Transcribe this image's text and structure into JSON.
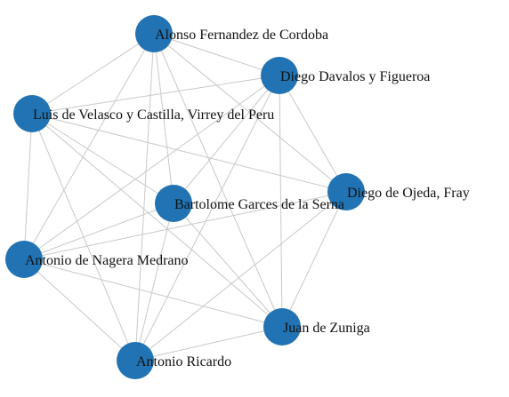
{
  "graph": {
    "node_color": "#2173b3",
    "edge_color": "#c8c8c8",
    "nodes": [
      {
        "id": "alonso",
        "label": "Alonso Fernandez de Cordoba"
      },
      {
        "id": "diego_davalos",
        "label": "Diego Davalos y Figueroa"
      },
      {
        "id": "luis",
        "label": "Luis de Velasco y Castilla, Virrey del Peru"
      },
      {
        "id": "bartolome",
        "label": "Bartolome Garces de la Serna"
      },
      {
        "id": "diego_ojeda",
        "label": "Diego de Ojeda, Fray"
      },
      {
        "id": "antonio_nagera",
        "label": "Antonio de Nagera Medrano"
      },
      {
        "id": "juan",
        "label": "Juan de Zuniga"
      },
      {
        "id": "antonio_ricardo",
        "label": "Antonio Ricardo"
      }
    ],
    "edges": [
      [
        "alonso",
        "diego_davalos"
      ],
      [
        "alonso",
        "luis"
      ],
      [
        "alonso",
        "bartolome"
      ],
      [
        "alonso",
        "diego_ojeda"
      ],
      [
        "alonso",
        "antonio_nagera"
      ],
      [
        "alonso",
        "juan"
      ],
      [
        "alonso",
        "antonio_ricardo"
      ],
      [
        "diego_davalos",
        "luis"
      ],
      [
        "diego_davalos",
        "bartolome"
      ],
      [
        "diego_davalos",
        "diego_ojeda"
      ],
      [
        "diego_davalos",
        "antonio_nagera"
      ],
      [
        "diego_davalos",
        "juan"
      ],
      [
        "diego_davalos",
        "antonio_ricardo"
      ],
      [
        "luis",
        "bartolome"
      ],
      [
        "luis",
        "diego_ojeda"
      ],
      [
        "luis",
        "antonio_nagera"
      ],
      [
        "luis",
        "juan"
      ],
      [
        "luis",
        "antonio_ricardo"
      ],
      [
        "bartolome",
        "antonio_nagera"
      ],
      [
        "bartolome",
        "juan"
      ],
      [
        "bartolome",
        "antonio_ricardo"
      ],
      [
        "diego_ojeda",
        "antonio_nagera"
      ],
      [
        "diego_ojeda",
        "juan"
      ],
      [
        "diego_ojeda",
        "antonio_ricardo"
      ],
      [
        "antonio_nagera",
        "juan"
      ],
      [
        "antonio_nagera",
        "antonio_ricardo"
      ],
      [
        "juan",
        "antonio_ricardo"
      ]
    ]
  }
}
